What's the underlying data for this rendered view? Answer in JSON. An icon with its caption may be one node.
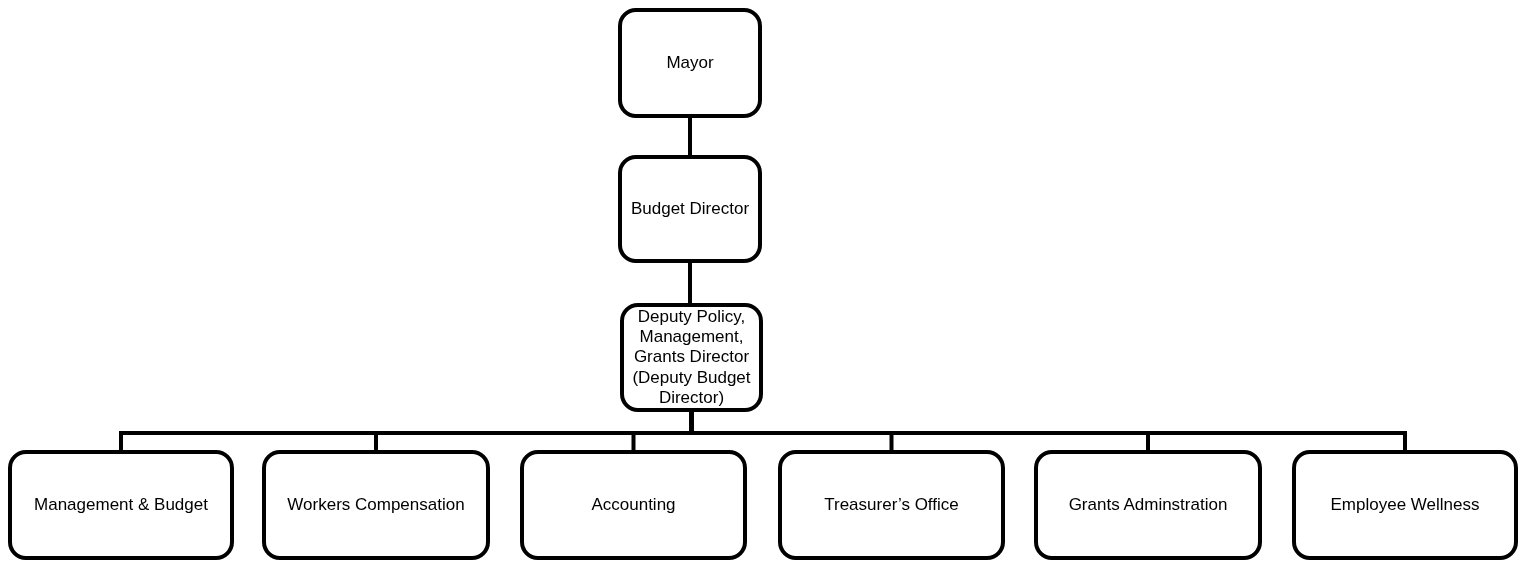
{
  "diagram": {
    "nodes": [
      {
        "text": [
          "Mayor"
        ]
      },
      {
        "text": [
          "Budget Director"
        ]
      },
      {
        "text": [
          "Deputy Policy, Management, Grants Director (Deputy Budget Director)"
        ]
      },
      {
        "text": [
          "Management & Budget"
        ]
      },
      {
        "text": [
          "Workers Compensation"
        ]
      },
      {
        "text": [
          "Accounting"
        ]
      },
      {
        "text": [
          "Treasurer’s Office"
        ]
      },
      {
        "text": [
          "Grants Adminstration"
        ]
      },
      {
        "text": [
          "Employee Wellness"
        ]
      }
    ],
    "edges": [
      {
        "from": 0,
        "to": 1,
        "arrow": "none"
      },
      {
        "from": 1,
        "to": 2,
        "arrow": "none"
      },
      {
        "from": 2,
        "to": 3,
        "arrow": "none"
      },
      {
        "from": 2,
        "to": 4,
        "arrow": "none"
      },
      {
        "from": 2,
        "to": 5,
        "arrow": "none"
      },
      {
        "from": 2,
        "to": 6,
        "arrow": "none"
      },
      {
        "from": 2,
        "to": 7,
        "arrow": "none"
      },
      {
        "from": 2,
        "to": 8,
        "arrow": "none"
      }
    ]
  }
}
